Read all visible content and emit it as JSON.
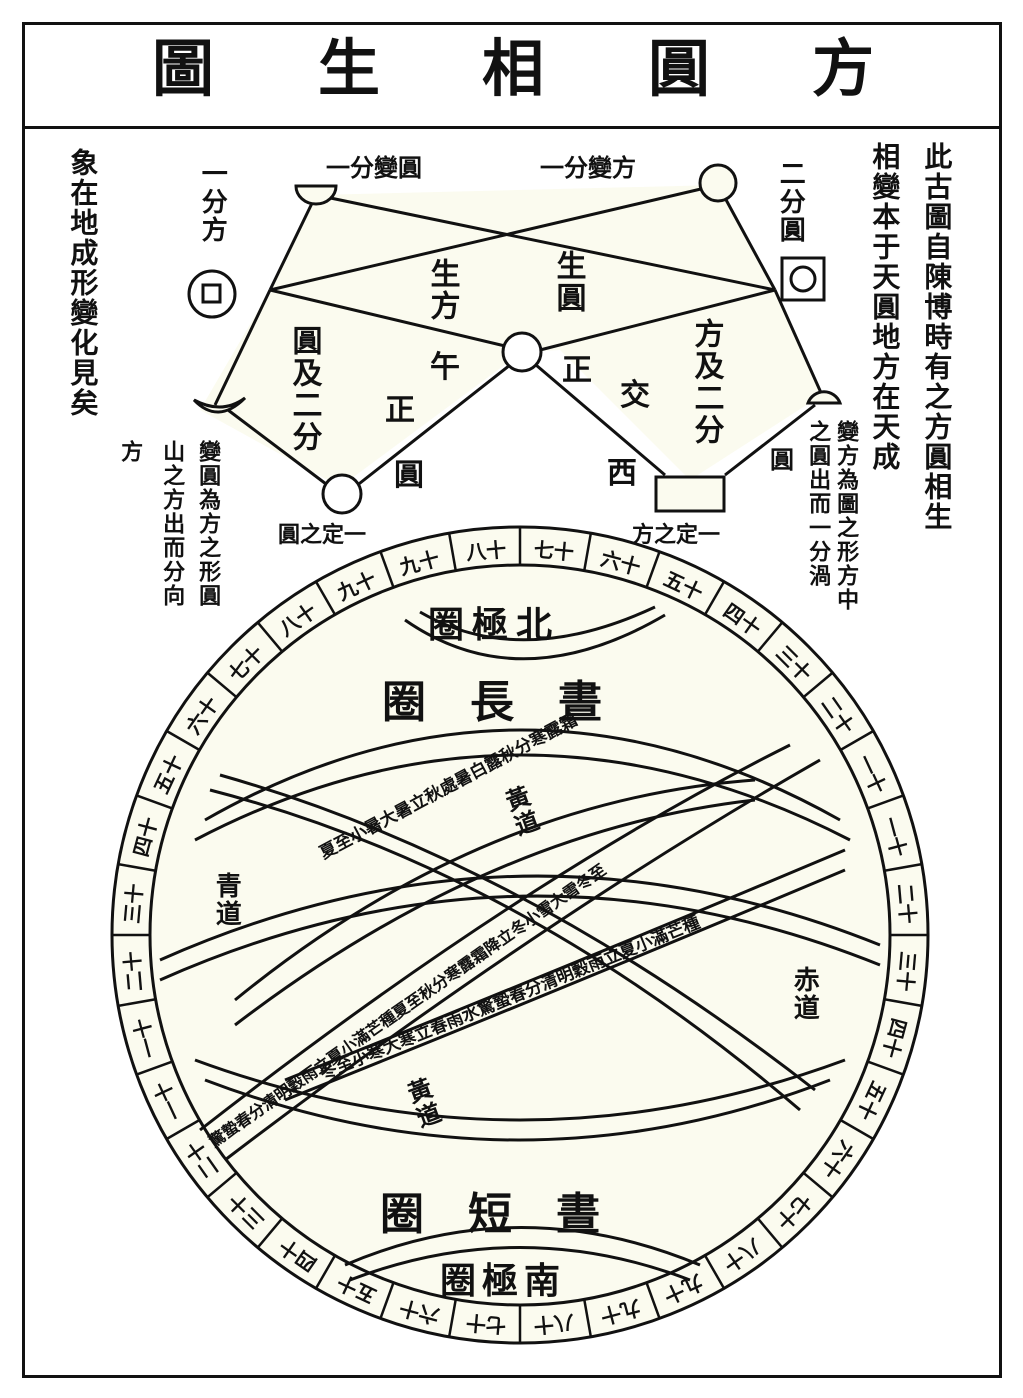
{
  "title": {
    "text": "方圓相生圖",
    "chars_displayed_left_to_right": [
      "圖",
      "生",
      "相",
      "圓",
      "方"
    ]
  },
  "top_labels": {
    "one_part_change_circle": "一分變圓",
    "one_part_change_square": "一分變方",
    "one_part_square": "一分方",
    "two_parts_circle": "二分圓"
  },
  "diamond_labels": {
    "square_gives_birth": "生方",
    "circle_gives_birth": "生圓",
    "noon": "午",
    "upright_left": "正",
    "upright_right": "正",
    "intersect": "交",
    "west": "西",
    "circle_and_two_parts": "圓及二分",
    "square_and_two_parts": "方及二分",
    "circle_left": "圓",
    "circle_right": "圓"
  },
  "fixed_labels": {
    "fixed_circle": "一定之圓",
    "fixed_square": "一定之方"
  },
  "side_notes": {
    "right_col_1": "此古圖自陳博時有之方圓相生",
    "right_col_2": "相變本于天圓地方在天成",
    "right_col_3": "變方為圖之形方中",
    "right_col_4": "之圓出而一分渦",
    "left_col_1": "象在地成形變化見矣",
    "left_col_2": "變圓為方之形圓",
    "left_col_3": "山之方出而分向",
    "left_col_4": "方"
  },
  "circle_diagram": {
    "north_polar_circle": "北極圈",
    "long_day_circle": "晝長圈",
    "short_day_circle": "晝短圈",
    "south_polar_circle": "南極圈",
    "ecliptic_label_upper": "黃道",
    "ecliptic_label_lower": "黃道",
    "equator_label": "赤道",
    "green_path_label": "青道",
    "band_upper_text": "夏至小暑大暑立秋處暑白露秋分寒露霜",
    "band_lower_text": "冬至小寒大寒立春雨水驚蟄春分清明穀雨立夏小滿芒種",
    "band_diagonal_text": "驚蟄春分清明穀雨立夏小滿芒種夏至秋分寒露霜降立冬小雪大雪冬至"
  },
  "degree_ring": {
    "top": [
      "五十",
      "六十",
      "七十",
      "八十",
      "九十",
      "九十",
      "八十",
      "七十",
      "六十",
      "五十"
    ],
    "left": [
      "四十",
      "三十",
      "二十",
      "一十",
      "一十",
      "二十",
      "三十",
      "四十"
    ],
    "right": [
      "四十",
      "三十",
      "二十",
      "一十",
      "一十",
      "二十",
      "三十",
      "四十"
    ],
    "bottom": [
      "五十",
      "六十",
      "七十",
      "八十",
      "九十",
      "九十",
      "八十",
      "七十",
      "六十",
      "五十"
    ]
  },
  "colors": {
    "ink": "#111111",
    "paper": "#ffffff",
    "fill": "#fbfbef"
  }
}
